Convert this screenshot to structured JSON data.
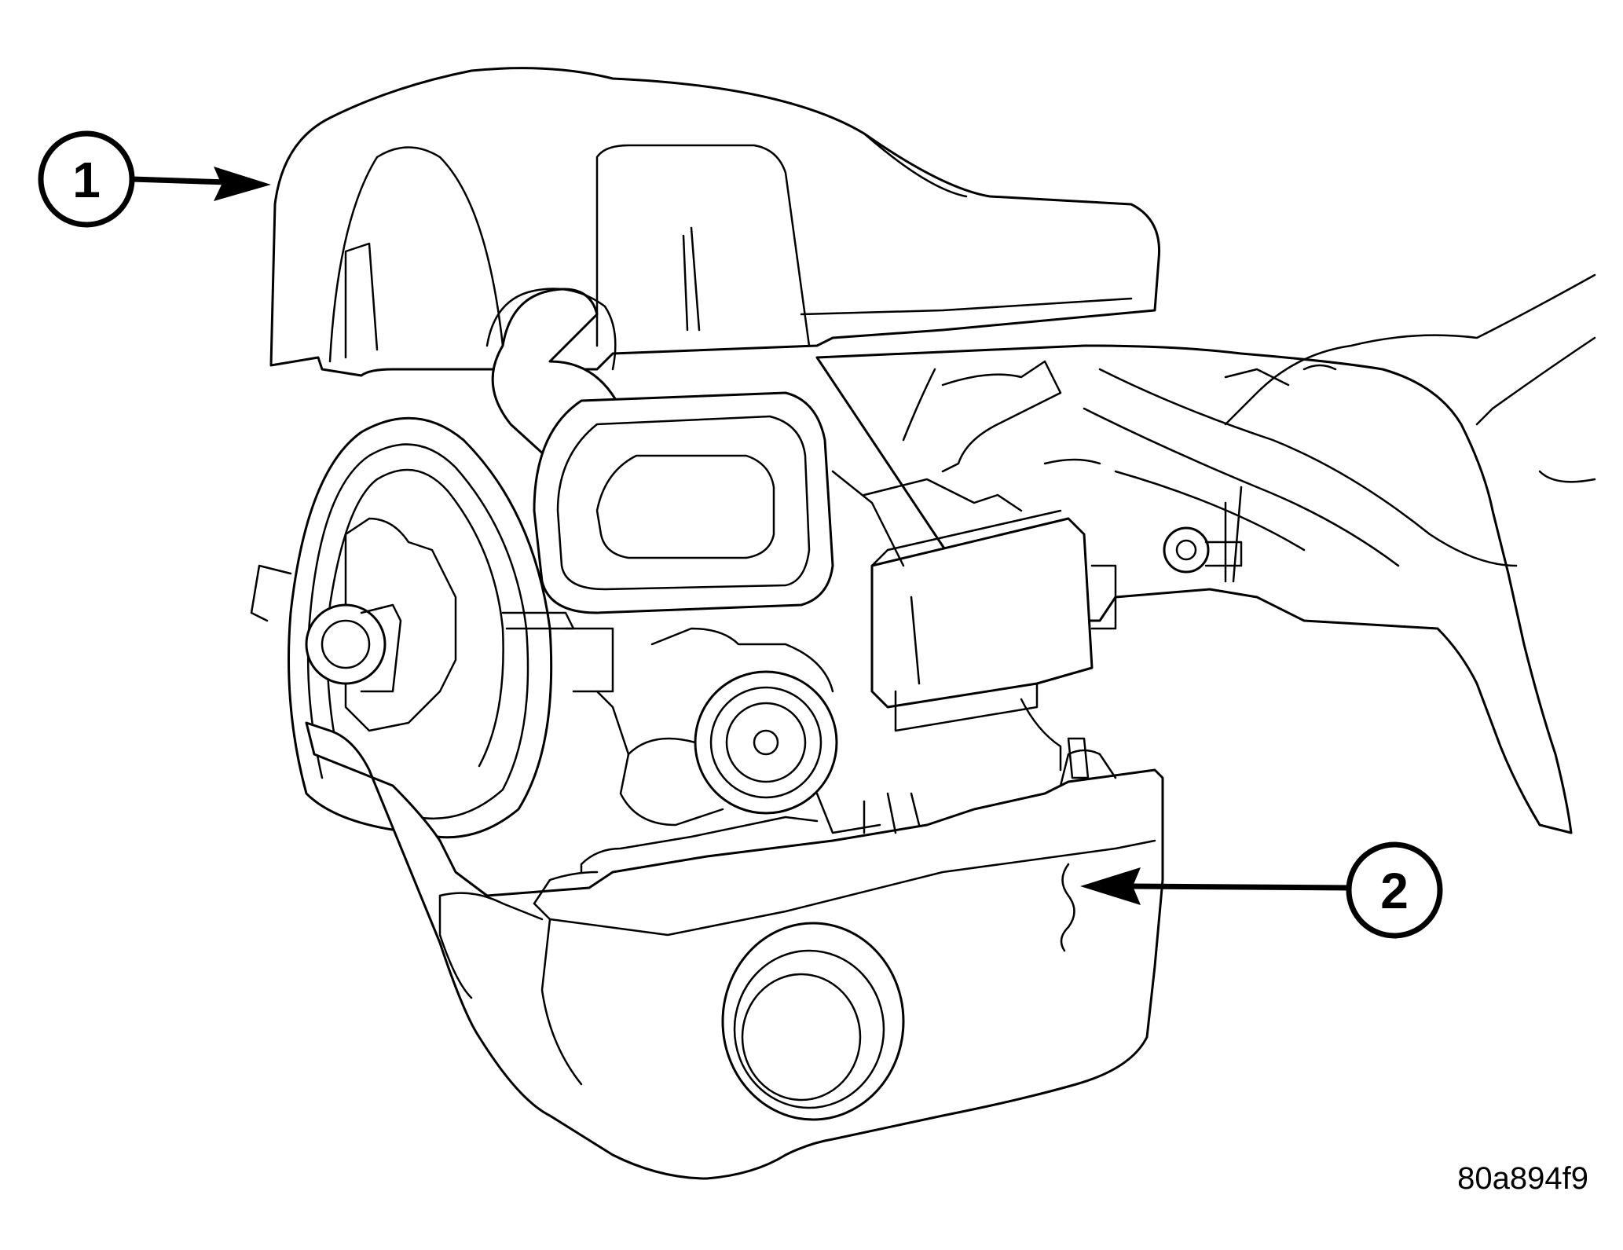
{
  "callouts": [
    {
      "id": "1"
    },
    {
      "id": "2"
    }
  ],
  "figure_id": "80a894f9"
}
